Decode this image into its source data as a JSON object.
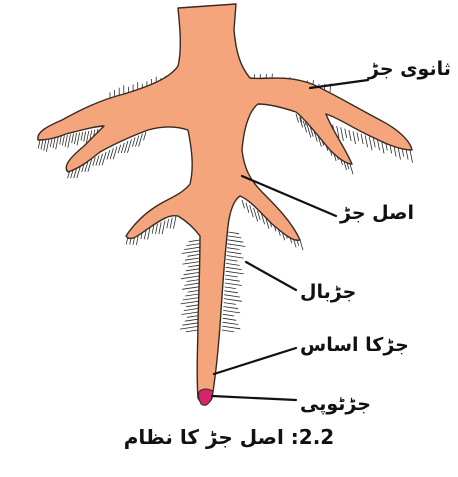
{
  "colors": {
    "root": "#f4a57c",
    "root_outline": "#3a2a20",
    "root_cap": "#d6246a",
    "hair": "#2a2a2a",
    "pointer": "#111111"
  },
  "labels": {
    "secondary_root": "ثانوی جڑ",
    "primary_root": "اصل جڑ",
    "root_hair": "جڑبال",
    "root_base": "جڑکا اساس",
    "root_cap": "جڑٹوپی"
  },
  "caption": "2.2: اصل جڑ کا نظام"
}
